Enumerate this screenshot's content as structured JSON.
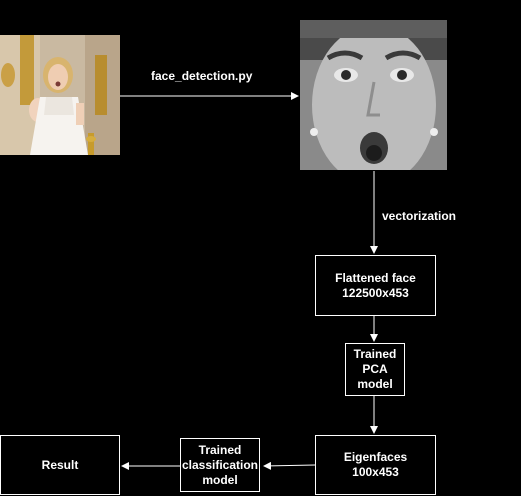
{
  "nodes": {
    "input_image": {
      "kind": "photo",
      "description": ""
    },
    "face_image": {
      "kind": "photo",
      "description": ""
    },
    "flattened_face": {
      "text": "Flattened face\n122500x453"
    },
    "trained_pca": {
      "text": "Trained\nPCA\nmodel"
    },
    "eigenfaces": {
      "text": "Eigenfaces\n100x453"
    },
    "trained_classification": {
      "text": "Trained\nclassification\nmodel"
    },
    "result": {
      "text": "Result"
    }
  },
  "edges": {
    "face_detection": {
      "label": "face_detection.py"
    },
    "vectorization": {
      "label": "vectorization"
    }
  },
  "colors": {
    "background": "#000000",
    "stroke": "#ffffff",
    "text": "#ffffff"
  }
}
